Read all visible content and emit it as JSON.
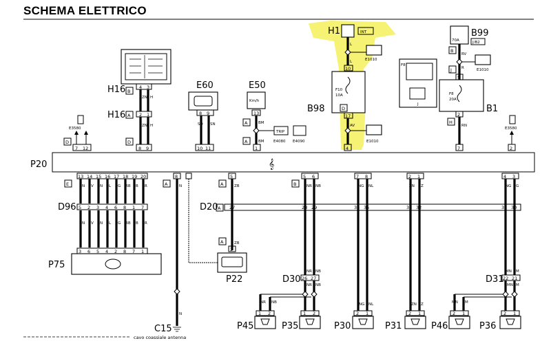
{
  "page_title": "SCHEMA ELETTRICO",
  "components": {
    "H1": "H1",
    "H16": "H16",
    "E60": "E60",
    "E50": "E50",
    "B98": "B98",
    "B1": "B1",
    "B99": "B99",
    "P20": "P20",
    "D96": "D96",
    "P75": "P75",
    "D20": "D20",
    "P22": "P22",
    "D30": "D30",
    "D31": "D31",
    "C15": "C15",
    "P45": "P45",
    "P35": "P35",
    "P30": "P30",
    "P31": "P31",
    "P46": "P46",
    "P36": "P36",
    "E3580": "E3580",
    "E1010": "E1010",
    "E4080": "E4080",
    "E4090": "E4090"
  },
  "letters": {
    "A": "A",
    "B": "B",
    "D": "D",
    "E": "E",
    "H": "H",
    "J": "J"
  },
  "labels": {
    "int": "INT",
    "kmh": "Km/h",
    "trip": "TRIP",
    "f10": "F10",
    "f10_amp": "10A",
    "f8": "F8",
    "f8_amp": "20A",
    "fb": "F8",
    "b99_amp": "70A",
    "b99_j": "J/B2",
    "coax": "cavo coassiale antenna"
  },
  "wires": {
    "ZN": "ZN",
    "H": "H",
    "SD": "SD",
    "SN": "SN",
    "BM": "BM",
    "L": "L",
    "AV": "AV",
    "RV": "RV",
    "R": "R",
    "RN": "RN",
    "N": "N",
    "V": "V",
    "G": "G",
    "RB": "RB",
    "B": "B",
    "ZB": "ZB",
    "NR": "NR",
    "NB": "NB",
    "NG": "NG",
    "NL": "NL",
    "Z": "Z",
    "MN": "MN",
    "M": "M"
  },
  "pins": {
    "p1": "1",
    "p2": "2",
    "p3": "3",
    "p4": "4",
    "p5": "5",
    "p6": "6",
    "p7": "7",
    "p8": "8",
    "p9": "9",
    "p10": "10",
    "p11": "11",
    "p12": "12",
    "p13": "13",
    "p14": "14",
    "p15": "15",
    "p16": "16",
    "p17": "17",
    "p18": "18",
    "p19": "19",
    "p20": "20",
    "p21": "21",
    "p22": "22",
    "p26": "26",
    "p27": "27",
    "p28": "28",
    "p29": "29",
    "p30": "30",
    "p31": "31",
    "p32": "32",
    "p33": "33",
    "p34": "34",
    "p35": "35"
  }
}
